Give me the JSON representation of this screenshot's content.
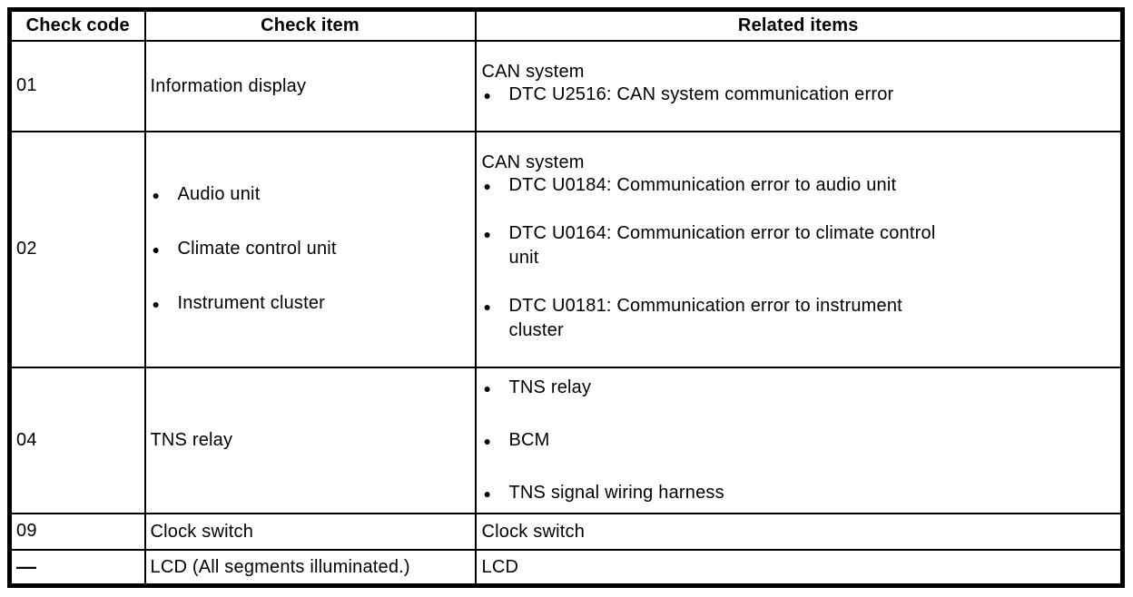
{
  "table": {
    "headers": [
      "Check code",
      "Check item",
      "Related items"
    ],
    "rows": [
      {
        "code": "01",
        "check_item": "Information display",
        "related_intro": "CAN system",
        "related_bullets": [
          "DTC U2516: CAN system communication error"
        ]
      },
      {
        "code": "02",
        "check_bullets": [
          "Audio unit",
          "Climate control unit",
          "Instrument cluster"
        ],
        "related_intro": "CAN system",
        "related_bullets": [
          "DTC U0184: Communication error to audio unit",
          "DTC U0164: Communication error to climate control unit",
          "DTC U0181: Communication error to instrument cluster"
        ]
      },
      {
        "code": "04",
        "check_item": "TNS relay",
        "related_bullets": [
          "TNS relay",
          "BCM",
          "TNS signal wiring harness"
        ]
      },
      {
        "code": "09",
        "check_item": "Clock switch",
        "related_intro": "Clock switch"
      },
      {
        "code": "—",
        "check_item": "LCD (All segments illuminated.)",
        "related_intro": "LCD"
      }
    ]
  }
}
